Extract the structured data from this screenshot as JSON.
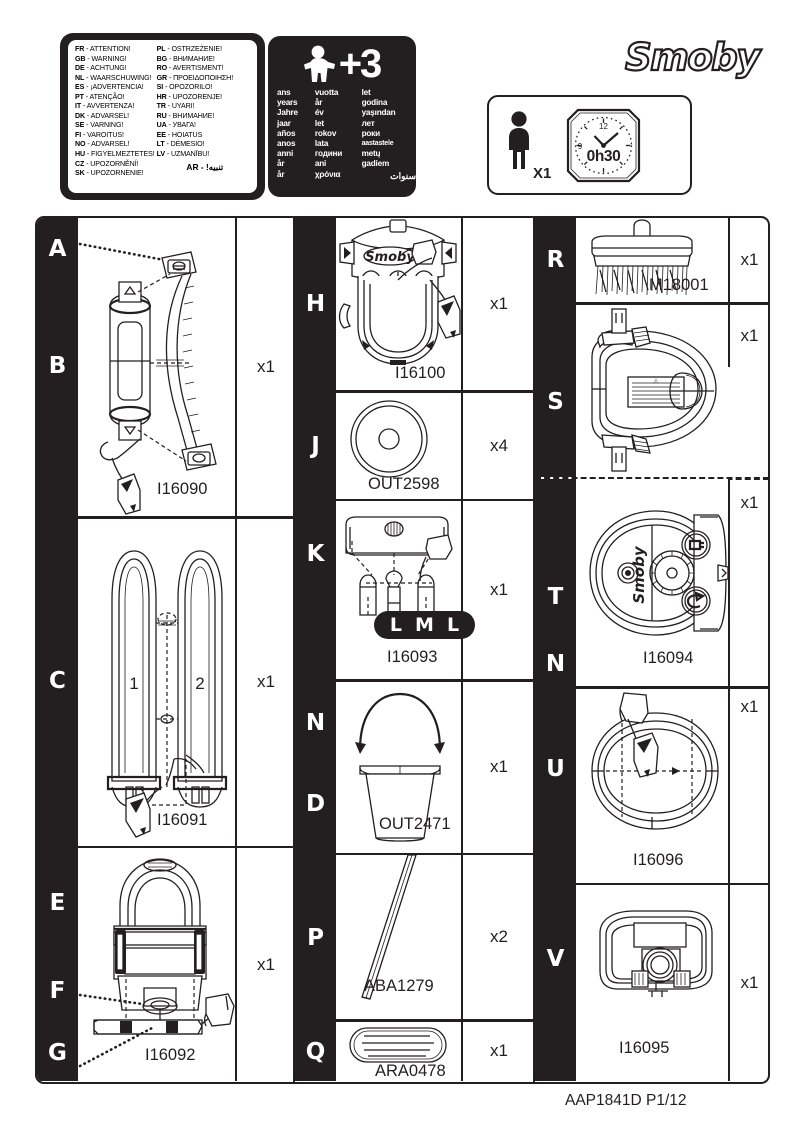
{
  "document": {
    "footer_ref": "AAP1841D  P1/12",
    "brand": "Smoby",
    "accent_color": "#231f20"
  },
  "header": {
    "warning": {
      "column1": [
        {
          "code": "FR",
          "text": "ATTENTION!"
        },
        {
          "code": "GB",
          "text": "WARNING!"
        },
        {
          "code": "DE",
          "text": "ACHTUNG!"
        },
        {
          "code": "NL",
          "text": "WAARSCHUWING!"
        },
        {
          "code": "ES",
          "text": "¡ADVERTENCIA!"
        },
        {
          "code": "PT",
          "text": "ATENÇÃO!"
        },
        {
          "code": "IT",
          "text": "AVVERTENZA!"
        },
        {
          "code": "DK",
          "text": "ADVARSEL!"
        },
        {
          "code": "SE",
          "text": "VARNING!"
        },
        {
          "code": "FI",
          "text": "VAROITUS!"
        },
        {
          "code": "NO",
          "text": "ADVARSEL!"
        },
        {
          "code": "HU",
          "text": "FIGYELMEZTETES!"
        },
        {
          "code": "CZ",
          "text": "UPOZORNĚNÍ!"
        },
        {
          "code": "SK",
          "text": "UPOZORNENIE!"
        }
      ],
      "column2": [
        {
          "code": "PL",
          "text": "OSTRZEŻENIE!"
        },
        {
          "code": "BG",
          "text": "ВНИМАНИЕ!"
        },
        {
          "code": "RO",
          "text": "AVERTISMENT!"
        },
        {
          "code": "GR",
          "text": "ΠΡΟΕΙΔΟΠΟΙΗΣΗ!"
        },
        {
          "code": "SI",
          "text": "OPOZORILO!"
        },
        {
          "code": "HR",
          "text": "UPOZORENJE!"
        },
        {
          "code": "TR",
          "text": "UYARI!"
        },
        {
          "code": "RU",
          "text": "ВНИМАНИЕ!"
        },
        {
          "code": "UA",
          "text": "УВАГА!"
        },
        {
          "code": "EE",
          "text": "HOIATUS"
        },
        {
          "code": "LT",
          "text": "DĖMESIO!"
        },
        {
          "code": "LV",
          "text": "UZMANĪBU!"
        }
      ],
      "arabic": "‫تنبيه!‬ - AR"
    },
    "age": {
      "value": "+3",
      "child_icon": "child-icon",
      "words_col1": [
        "ans",
        "years",
        "Jahre",
        "jaar",
        "años",
        "anos",
        "anni",
        "år",
        "år"
      ],
      "words_col2": [
        "vuotta",
        "år",
        "év",
        "let",
        "rokov",
        "lata",
        "години",
        "ani",
        "χρόνια"
      ],
      "words_col3": [
        "let",
        "godina",
        "yaşından",
        "лет",
        "роки",
        "aastastele",
        "metų",
        "gadiem"
      ],
      "words_arabic": "سنوات"
    },
    "assembly_info": {
      "person_icon": "person-icon",
      "person_count": "X1",
      "clock_icon": "clock-icon",
      "clock_time": "0h30",
      "clock_12": "12",
      "clock_9": "9"
    }
  },
  "parts": {
    "left_column": [
      {
        "letters": [
          "A",
          "B"
        ],
        "ref": "I16090",
        "qty": "x1",
        "icon": "handle-assembly-icon"
      },
      {
        "letters": [
          "C"
        ],
        "ref": "I16091",
        "qty": "x1",
        "icon": "tube-halves-icon",
        "sublabels": [
          "1",
          "2"
        ]
      },
      {
        "letters": [
          "E",
          "F",
          "G"
        ],
        "ref": "I16092",
        "qty": "x1",
        "icon": "base-unit-icon"
      }
    ],
    "middle_column": [
      {
        "letters": [
          "H"
        ],
        "ref": "I16100",
        "qty": "x1",
        "icon": "front-panel-icon",
        "brand_on_part": "Smoby"
      },
      {
        "letters": [
          "J"
        ],
        "ref": "OUT2598",
        "qty": "x4",
        "icon": "wheel-icon"
      },
      {
        "letters": [
          "K"
        ],
        "ref": "I16093",
        "qty": "x1",
        "icon": "bracket-icon",
        "badge": [
          "L",
          "M",
          "L"
        ]
      },
      {
        "letters": [
          "N",
          "D"
        ],
        "ref": "OUT2471",
        "qty": "x1",
        "icon": "bucket-icon"
      },
      {
        "letters": [
          "P"
        ],
        "ref": "ABA1279",
        "qty": "x2",
        "icon": "rod-icon"
      },
      {
        "letters": [
          "Q"
        ],
        "ref": "ARA0478",
        "qty": "x1",
        "icon": "pad-icon"
      }
    ],
    "right_column": [
      {
        "letters": [
          "R"
        ],
        "ref": "M18001",
        "qty": "x1",
        "icon": "broom-head-icon"
      },
      {
        "letters": [
          "S"
        ],
        "ref": "",
        "qty": "x1",
        "icon": "chassis-icon"
      },
      {
        "letters": [
          "T",
          "N"
        ],
        "ref": "I16094",
        "qty": "x1",
        "icon": "vacuum-body-icon",
        "brand_on_part": "Smoby"
      },
      {
        "letters": [
          "U"
        ],
        "ref": "I16096",
        "qty": "x1",
        "icon": "oval-ring-icon"
      },
      {
        "letters": [
          "V"
        ],
        "ref": "I16095",
        "qty": "x1",
        "icon": "lid-icon"
      }
    ]
  }
}
